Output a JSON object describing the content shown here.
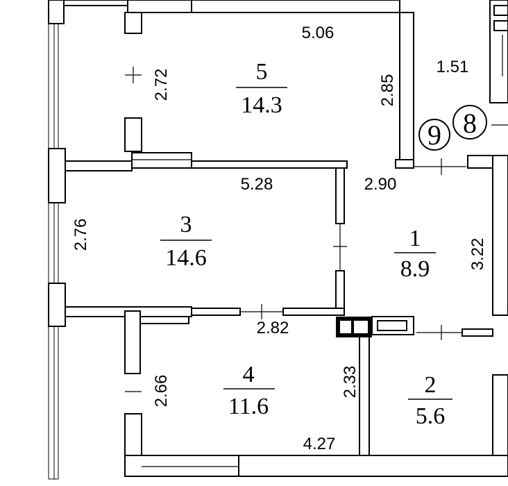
{
  "rooms": [
    {
      "number": "1",
      "area": "8.9"
    },
    {
      "number": "2",
      "area": "5.6"
    },
    {
      "number": "3",
      "area": "14.6"
    },
    {
      "number": "4",
      "area": "11.6"
    },
    {
      "number": "5",
      "area": "14.3"
    }
  ],
  "dimensions": {
    "room5_width": "5.06",
    "room5_left_height": "2.72",
    "room5_right_height": "2.85",
    "top_right": "1.51",
    "room3_width": "5.28",
    "room3_height": "2.76",
    "room1_width": "2.90",
    "room1_height": "3.22",
    "room4_top_width": "2.82",
    "room4_left_height": "2.66",
    "room4_right_height": "2.33",
    "room4_bottom_width": "4.27"
  },
  "markers": [
    "9",
    "8"
  ]
}
